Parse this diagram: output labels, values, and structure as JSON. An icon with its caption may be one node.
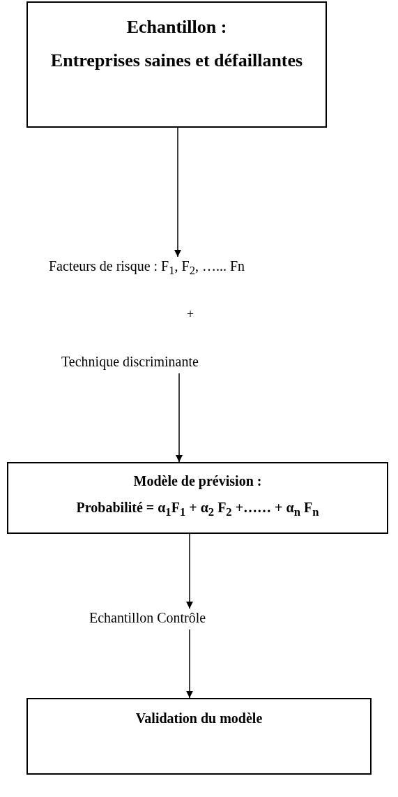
{
  "diagram": {
    "nodes": [
      {
        "text": [
          "Echantillon :",
          "Entreprises saines et défaillantes"
        ]
      },
      {
        "text": [
          "Facteurs de risque : F$_{1}$, F$_{2}$, …... Fn"
        ]
      },
      {
        "text": [
          "Technique discriminante"
        ]
      },
      {
        "text": [
          "Modèle de prévision :",
          "Probabilité = α$_{1}$F$_{1}$ + α$_{2}$ F$_{2}$ +…… + α$_{n}$ F$_{n}$"
        ]
      },
      {
        "text": [
          "Echantillon Contrôle"
        ]
      },
      {
        "text": [
          "Validation du modèle"
        ]
      }
    ],
    "edges": [
      {
        "from": 0,
        "to": 1,
        "arrow": "to"
      },
      {
        "from": 2,
        "to": 3,
        "arrow": "to"
      },
      {
        "from": 3,
        "to": 4,
        "arrow": "to"
      },
      {
        "from": 4,
        "to": 5,
        "arrow": "to"
      }
    ],
    "labels": [
      "+"
    ]
  }
}
